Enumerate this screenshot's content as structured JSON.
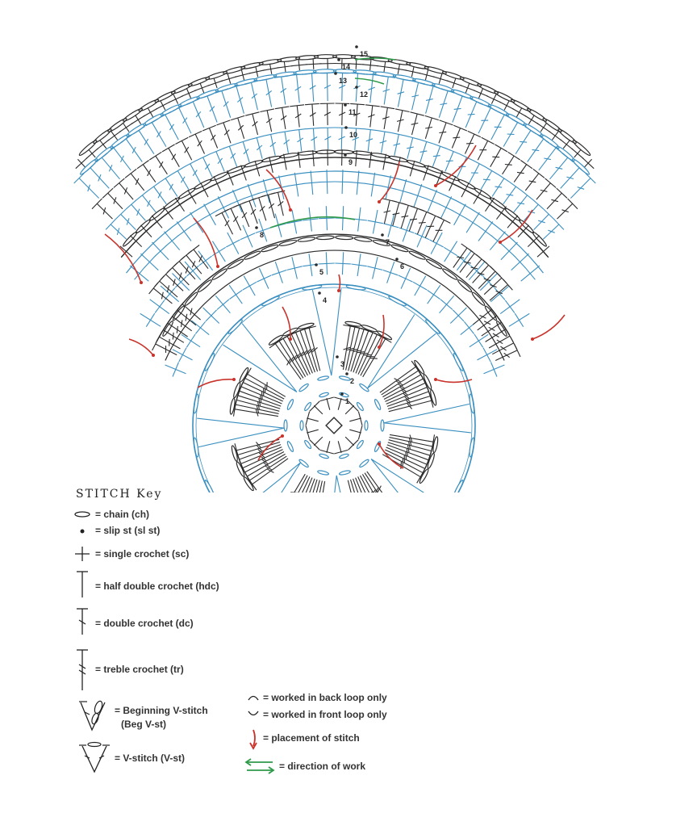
{
  "diagram": {
    "row_numbers": [
      "1",
      "2",
      "3",
      "4",
      "5",
      "6",
      "7",
      "8",
      "9",
      "10",
      "11",
      "12",
      "13",
      "14",
      "15"
    ],
    "colors": {
      "blue": "#3a8fc0",
      "black": "#2b2b2b",
      "red": "#c8342c",
      "green": "#2f9a4a"
    }
  },
  "key": {
    "title": "STITCH Key",
    "items": [
      {
        "label": "= chain (ch)",
        "icon": "chain-oval-icon"
      },
      {
        "label": "= slip st (sl st)",
        "icon": "dot-icon"
      },
      {
        "label": "= single crochet (sc)",
        "icon": "plus-icon"
      },
      {
        "label": "= half double crochet (hdc)",
        "icon": "t-icon"
      },
      {
        "label": "= double crochet (dc)",
        "icon": "t-slash-icon"
      },
      {
        "label": "= treble crochet (tr)",
        "icon": "t-double-slash-icon"
      },
      {
        "label": "= Beginning V-stitch",
        "icon": "beg-v-stitch-icon"
      },
      {
        "label": "(Beg V-st)"
      },
      {
        "label": "= V-stitch (V-st)",
        "icon": "v-stitch-icon"
      },
      {
        "label": "= worked in back loop only",
        "icon": "back-loop-arc-icon"
      },
      {
        "label": "= worked in front loop only",
        "icon": "front-loop-arc-icon"
      },
      {
        "label": "= placement of stitch",
        "icon": "red-arrow-icon"
      },
      {
        "label": "= direction of work",
        "icon": "green-arrows-icon"
      }
    ]
  }
}
